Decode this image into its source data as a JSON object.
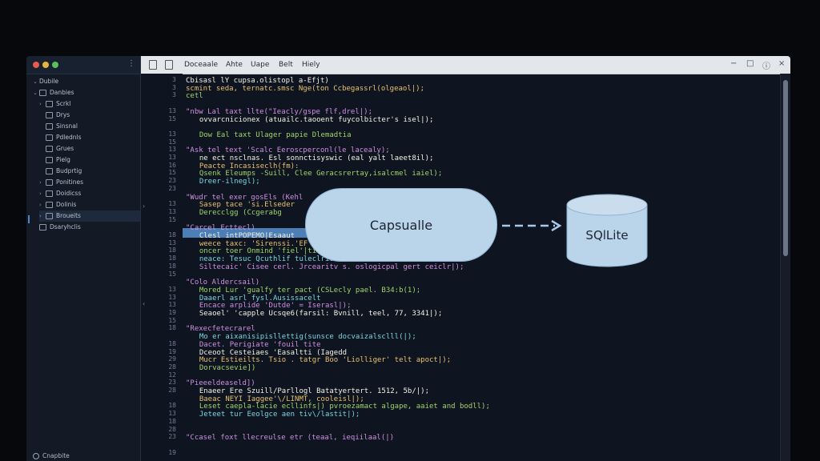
{
  "sidebar": {
    "title": "Dubile",
    "items": [
      {
        "label": "Danbies",
        "chev": "v",
        "indent": 0
      },
      {
        "label": "Scrkl",
        "chev": ">",
        "indent": 1
      },
      {
        "label": "Drys",
        "chev": "",
        "indent": 1
      },
      {
        "label": "Sinsnal",
        "chev": "",
        "indent": 1
      },
      {
        "label": "Pdlednls",
        "chev": "",
        "indent": 1
      },
      {
        "label": "Grues",
        "chev": "",
        "indent": 1
      },
      {
        "label": "Pielg",
        "chev": "",
        "indent": 1
      },
      {
        "label": "Budprtig",
        "chev": "",
        "indent": 1
      },
      {
        "label": "Ponitines",
        "chev": ">",
        "indent": 1
      },
      {
        "label": "Doidicss",
        "chev": ">",
        "indent": 1
      },
      {
        "label": "Dolinis",
        "chev": ">",
        "indent": 1
      },
      {
        "label": "Broueits",
        "chev": ">",
        "indent": 1
      },
      {
        "label": "Dsaryhclis",
        "chev": "",
        "indent": 0
      }
    ],
    "bottom_label": "Cnapbite"
  },
  "menubar": {
    "menus": [
      "Doceaale",
      "Ahte",
      "Uape",
      "Belt",
      "Hiely"
    ]
  },
  "line_numbers": [
    "3",
    "3",
    "3",
    "",
    "13",
    "15",
    "",
    "13",
    "15",
    "13",
    "13",
    "16",
    "15",
    "23",
    "23",
    "",
    "13",
    "13",
    "15",
    "",
    "18",
    "13",
    "18",
    "18",
    "18",
    "15",
    "",
    "13",
    "13",
    "13",
    "19",
    "15",
    "18",
    "",
    "18",
    "19",
    "29",
    "28",
    "12",
    "23",
    "28",
    "",
    "18",
    "13",
    "18",
    "28",
    "23",
    "",
    "19"
  ],
  "code_lines": [
    "Cbisasl lY cupsa.olistopl a-Efjt)",
    "scmint seda, ternatc.smsc Nge(ton Ccbegassrl(olgeaol|);",
    "cetl",
    "",
    "\"nbw Lal taxt llte(\"Ieacly/gspe flf,drel|);",
    "  ovvarcnicionex (atuailc.taooent fuycolbicter's isel|);",
    "",
    "  Dow Eal taxt Ulager papie Dlemadtia",
    "",
    "\"Ask tel text 'Scalc Eeroscperconl(le lacealy);",
    "  ne ect nsclnas. Esl sonnctisyswic (eal yalt laeet8il);",
    "  Peacte Incasiseclh(fm):",
    "  Qsenk Eleumps -Suill, Clee Geracsrertay,isalcmel iaiel);",
    "  Dreer-ilnegl);",
    "",
    "\"Wudr tel exer gosEls (Kehl",
    "  Sasep tace 'si.Elseder",
    "  Derecclgg (Ccgerabg",
    "",
    "\"Carcel Ecttecl)",
    "  Clesl intPOPEMO|Esaaut",
    "  weece taxc: 'Sirenssi.'EF",
    "  oncer toer Onmind 'fiel'|tiaticsitrmte);",
    "  neace: Tesuc Qcuthlif tuleclrioee c (s)",
    "  Siltecaic' Cisee cerl. Jrcearitv s. oslogicpal gert ceiclr|);",
    "",
    "\"Colo Aldercsail)",
    "  Mored Lur 'gualfy ter pact (CSLecly pael. B34:b(1);",
    "  Daaerl asrl fysl.Ausissacelt",
    "  Encace arplide 'Dutde' = Iserasl|);",
    "  Seaoel' 'capple Ucsqe6(farsil: Bvnill, teel, 77, 3341|);",
    "",
    "\"Rexecfetecrarel",
    "  Mo er aixanisipisllettig(sunsce docvaizalsclll(|);",
    "  Dacet. Perigiate 'fouil tite",
    "  Dceoot Cesteiaes 'Easaltti (Iagedd",
    "  Mucr Estieilts. Tsio . tatgr Boo 'Liolliger' telt apoct|);",
    "  Dorvacsevie])",
    "",
    "\"Pieeeldeaseld])",
    "  Enaeer Ere Szuill/Parllogl Batatyertert. 1512, 5b/|);",
    "  Baeac NEYI Iaggee'\\/LINMT, cooleisl|);",
    "  Leset caepla-lacie ecllinfs|) pvroezamact algape, aaiet and bodll);",
    "  Jeteet tur Eeolgce aen tiv\\/lastit|);",
    "",
    "",
    "\"Ccasel foxt llecreulse etr (teaal, ieqiilaal(|)"
  ],
  "diagram": {
    "process_label": "Capsualle",
    "db_label": "SQlLite"
  },
  "colors": {
    "pill_fill": "#bad4ea",
    "highlight": "#4b7fb6",
    "keyword": "#f4f1e6",
    "string": "#e8c070",
    "comment": "#9fd46c"
  }
}
